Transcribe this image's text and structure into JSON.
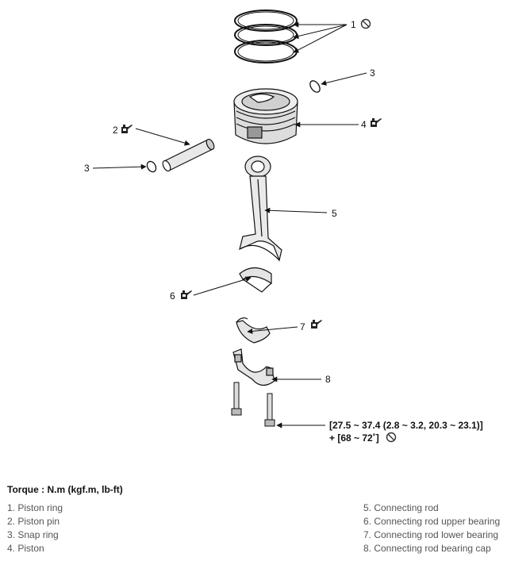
{
  "callouts": {
    "c1": "1",
    "c2": "2",
    "c3a": "3",
    "c3b": "3",
    "c4": "4",
    "c5": "5",
    "c6": "6",
    "c7": "7",
    "c8": "8"
  },
  "torque_spec": {
    "line1": "[27.5 ~ 37.4 (2.8 ~ 3.2, 20.3 ~ 23.1)]",
    "line2": "+ [68 ~ 72˚]"
  },
  "torque_title": "Torque : N.m (kgf.m, lb-ft)",
  "legend": {
    "left": [
      "1. Piston ring",
      "2. Piston pin",
      "3. Snap ring",
      "4. Piston"
    ],
    "right": [
      "5. Connecting rod",
      "6. Connecting rod upper bearing",
      "7. Connecting rod lower bearing",
      "8. Connecting rod bearing cap"
    ]
  },
  "icons": {
    "do_not_reuse": "prohibited-circle-icon",
    "lubricate": "oil-can-icon"
  }
}
